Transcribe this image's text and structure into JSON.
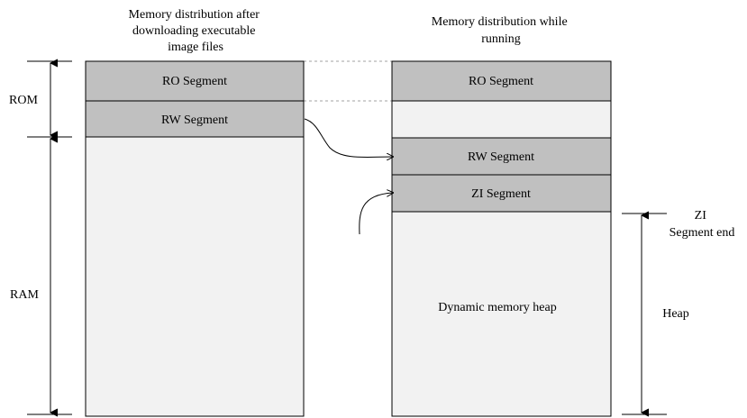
{
  "titles": {
    "left": [
      "Memory distribution after",
      "downloading executable",
      "image files"
    ],
    "right": [
      "Memory distribution while",
      "running"
    ]
  },
  "regions": {
    "rom": "ROM",
    "ram": "RAM"
  },
  "left_column": {
    "ro": "RO Segment",
    "rw": "RW Segment"
  },
  "right_column": {
    "ro": "RO Segment",
    "rw": "RW Segment",
    "zi": "ZI Segment",
    "heap_body": "Dynamic memory heap"
  },
  "annotations": {
    "zi_end": [
      "ZI",
      "Segment end"
    ],
    "heap": "Heap"
  },
  "colors": {
    "segment_fill": "#c0c0c0",
    "empty_fill": "#f2f2f2",
    "stroke": "#000000",
    "guide": "#a0a0a0"
  }
}
